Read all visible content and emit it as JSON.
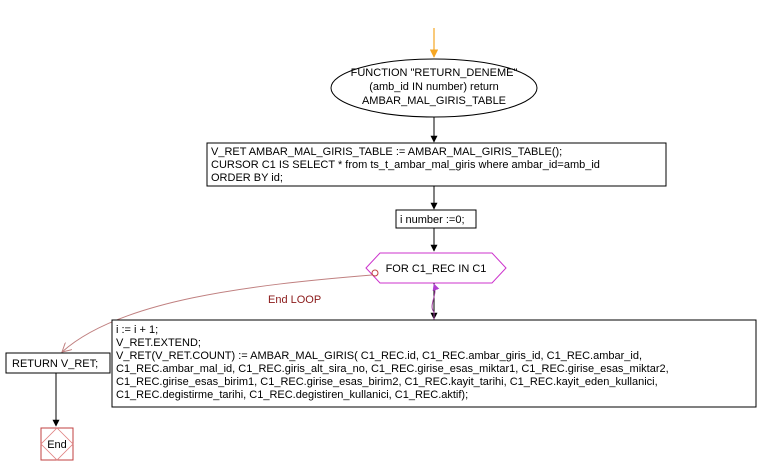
{
  "function_header": {
    "lines": [
      "FUNCTION  \"RETURN_DENEME\"",
      "(amb_id IN number) return",
      "AMBAR_MAL_GIRIS_TABLE"
    ]
  },
  "declaration_block": {
    "lines": [
      "V_RET AMBAR_MAL_GIRIS_TABLE := AMBAR_MAL_GIRIS_TABLE();",
      "CURSOR C1 IS SELECT * from ts_t_ambar_mal_giris where ambar_id=amb_id",
      "ORDER BY id;"
    ]
  },
  "init_block": {
    "text": "i number :=0;"
  },
  "loop_decision": {
    "text": "FOR C1_REC IN C1"
  },
  "loop_body": {
    "lines": [
      "i := i + 1;",
      "V_RET.EXTEND;",
      "V_RET(V_RET.COUNT) := AMBAR_MAL_GIRIS( C1_REC.id, C1_REC.ambar_giris_id, C1_REC.ambar_id,",
      "C1_REC.ambar_mal_id, C1_REC.giris_alt_sira_no, C1_REC.girise_esas_miktar1, C1_REC.girise_esas_miktar2,",
      "C1_REC.girise_esas_birim1, C1_REC.girise_esas_birim2, C1_REC.kayit_tarihi, C1_REC.kayit_eden_kullanici,",
      "C1_REC.degistirme_tarihi, C1_REC.degistiren_kullanici, C1_REC.aktif);"
    ]
  },
  "end_loop_label": {
    "text": "End LOOP"
  },
  "return_block": {
    "text": "RETURN V_RET;"
  },
  "end_terminal": {
    "text": "End"
  },
  "colors": {
    "start_arrow": "#f5a623",
    "loop_decision": "#cc33cc",
    "loop_back_arrow": "#a040a0",
    "end_loop_line": "#c08080",
    "end_loop_text": "#8b1a1a",
    "end_terminal": "#c04040",
    "flow_line": "#000000"
  }
}
